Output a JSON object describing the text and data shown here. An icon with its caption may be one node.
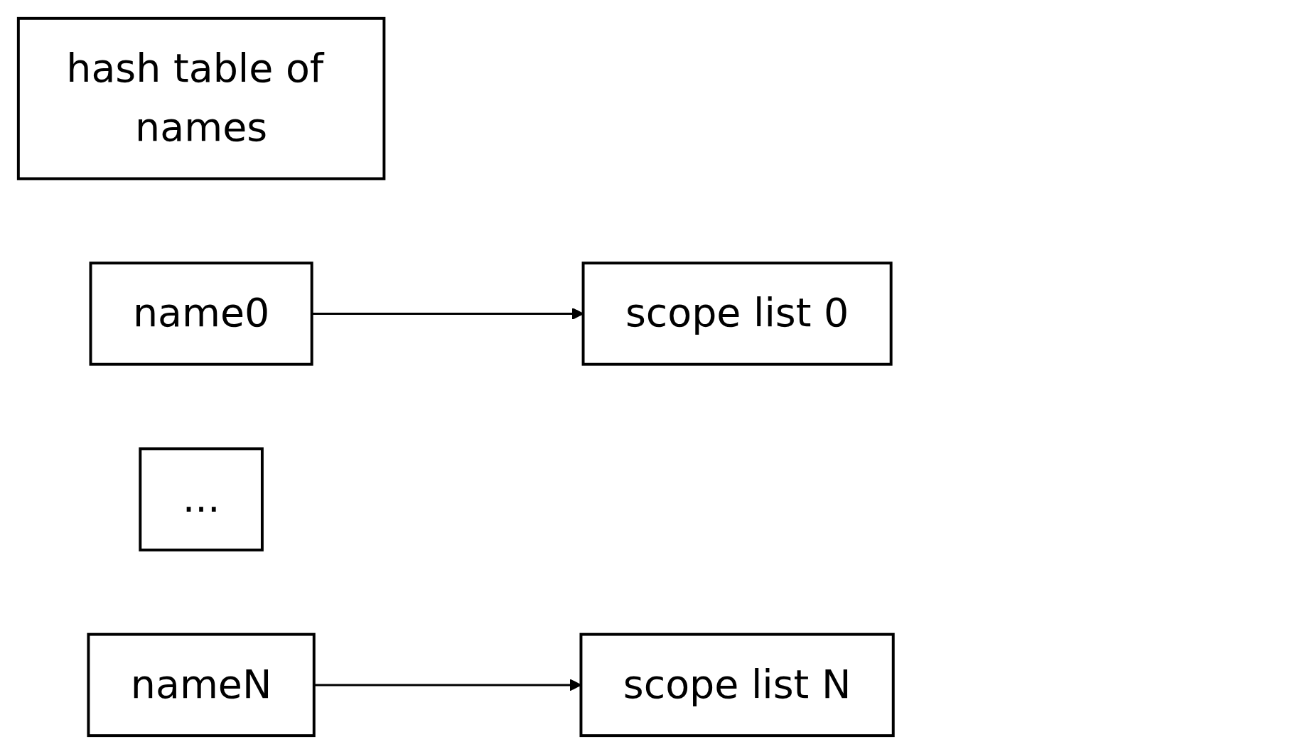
{
  "diagram": {
    "nodes": [
      {
        "text": [
          "hash table of names"
        ]
      },
      {
        "text": [
          "name0"
        ]
      },
      {
        "text": [
          "scope list 0"
        ]
      },
      {
        "text": [
          "..."
        ]
      },
      {
        "text": [
          "nameN"
        ]
      },
      {
        "text": [
          "scope list N"
        ]
      }
    ],
    "edges": [
      {
        "from": 1,
        "to": 2,
        "arrow": "to"
      },
      {
        "from": 4,
        "to": 5,
        "arrow": "to"
      }
    ]
  }
}
